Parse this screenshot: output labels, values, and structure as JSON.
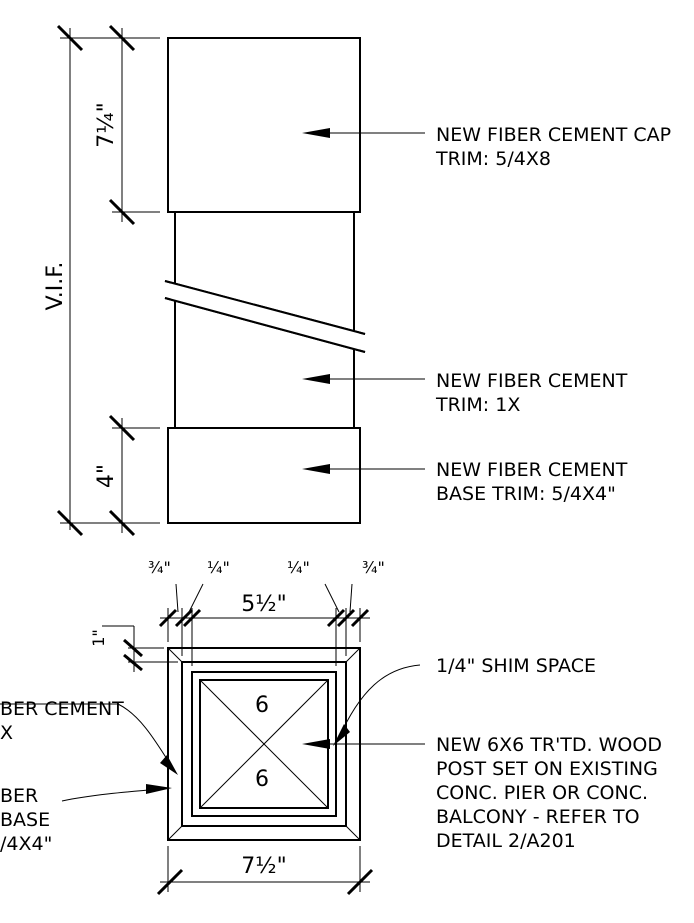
{
  "elevation": {
    "overall_dim": "V.I.F.",
    "cap_height_dim": "7¼\"",
    "base_height_dim": "4\"",
    "cap_note": {
      "line1": "NEW FIBER CEMENT CAP",
      "line2": "TRIM: 5/4X8"
    },
    "trim_note": {
      "line1": "NEW FIBER CEMENT",
      "line2": "TRIM: 1X"
    },
    "base_note": {
      "line1": "NEW FIBER CEMENT",
      "line2": "BASE TRIM: 5/4X4\""
    }
  },
  "plan": {
    "dims_top": [
      "¾\"",
      "¼\"",
      "¼\"",
      "¾\""
    ],
    "dim_center": "5½\"",
    "dim_side": "1\"",
    "dim_bottom": "7½\"",
    "post_label_top": "6",
    "post_label_bottom": "6",
    "shim_note": "1/4\" SHIM SPACE",
    "post_note": [
      "NEW 6X6 TR'TD. WOOD",
      "POST SET ON EXISTING",
      "CONC. PIER OR CONC.",
      "BALCONY - REFER TO",
      "DETAIL 2/A201"
    ],
    "left_note_1": [
      "BER CEMENT",
      "X"
    ],
    "left_note_2": [
      "BER",
      "BASE",
      "/4X4\""
    ]
  }
}
